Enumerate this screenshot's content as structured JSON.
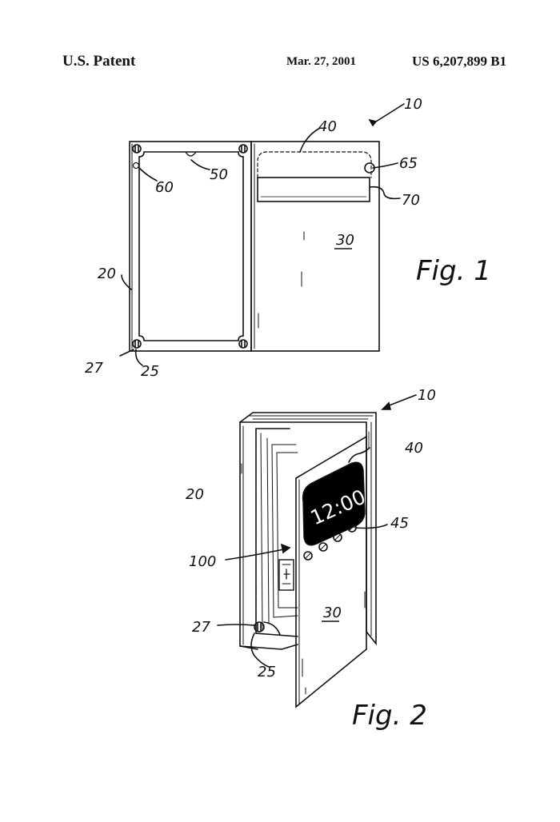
{
  "header": {
    "left": "U.S. Patent",
    "date": "Mar. 27, 2001",
    "number": "US 6,207,899 B1"
  },
  "figure1": {
    "caption": "Fig. 1",
    "labels": {
      "ref10": "10",
      "ref40": "40",
      "ref65": "65",
      "ref50": "50",
      "ref60": "60",
      "ref70": "70",
      "ref30": "30",
      "ref20": "20",
      "ref27": "27",
      "ref25": "25"
    }
  },
  "figure2": {
    "caption": "Fig. 2",
    "display_time": "12:00",
    "labels": {
      "ref10": "10",
      "ref40": "40",
      "ref20": "20",
      "ref45": "45",
      "ref100": "100",
      "ref30": "30",
      "ref27": "27",
      "ref25": "25"
    }
  }
}
